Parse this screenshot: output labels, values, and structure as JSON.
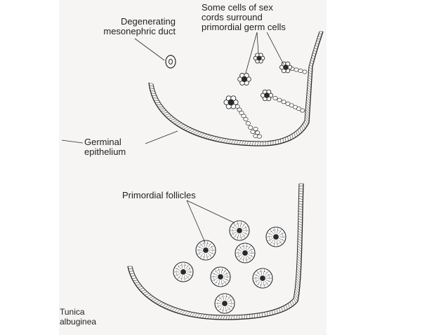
{
  "top_panel": {
    "label_duct": [
      "Degenerating",
      "mesonephric duct"
    ],
    "label_sex_cords": [
      "Some cells of sex",
      "cords surround",
      "primordial germ cells"
    ],
    "label_epithelium": [
      "Germinal",
      "epithelium"
    ]
  },
  "bottom_panel": {
    "label_follicles": "Primordial follicles",
    "label_tunica": [
      "Tunica",
      "albuginea"
    ]
  },
  "colors": {
    "ink": "#2a2a2a",
    "plate": "#f6f5f3",
    "background": "#ffffff"
  }
}
